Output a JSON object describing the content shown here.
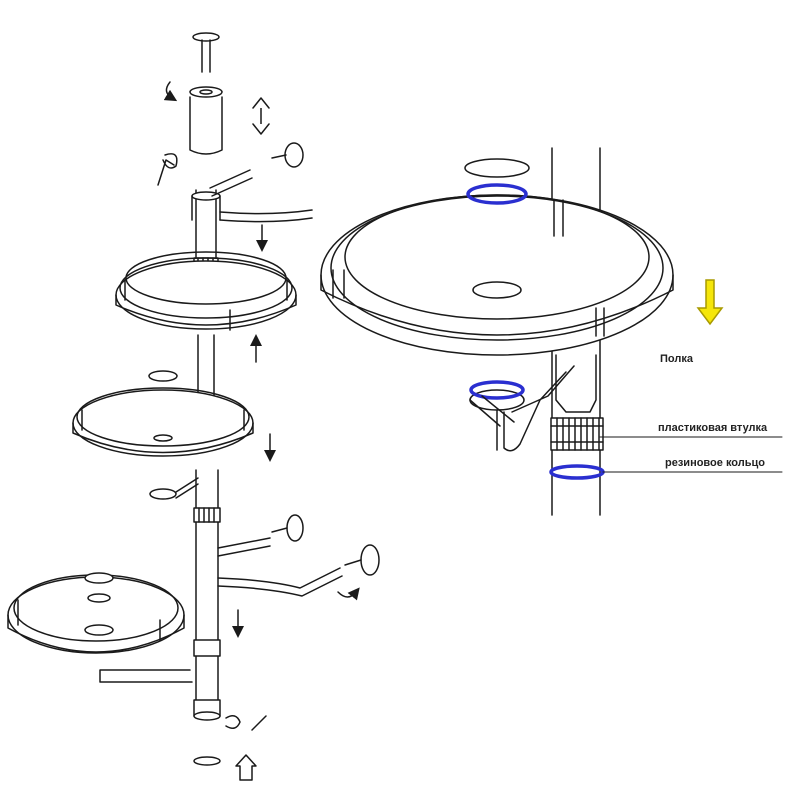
{
  "labels": {
    "shelf": "Полка",
    "plastic_bushing": "пластиковая втулка",
    "rubber_ring": "резиновое кольцо"
  },
  "colors": {
    "line": "#1a1a1a",
    "ring": "#2a2fd0",
    "arrow_fill": "#f5e60a",
    "arrow_stroke": "#a89a00",
    "background": "#ffffff"
  },
  "icons": [
    "down-arrow-icon",
    "up-arrow-icon",
    "double-arrow-icon",
    "rotate-arrow-icon"
  ]
}
